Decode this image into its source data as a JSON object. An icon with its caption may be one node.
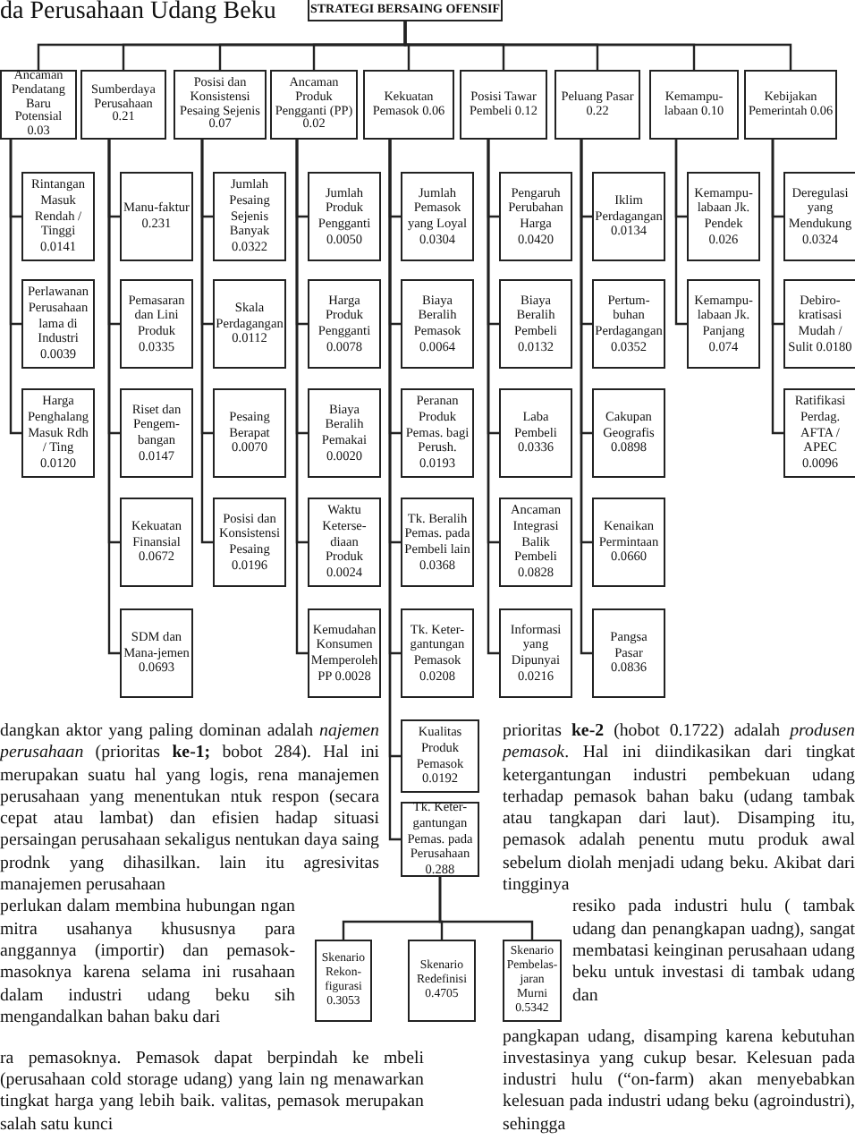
{
  "diagram": {
    "title": "da Perusahaan Udang Beku",
    "nodes": [
      {
        "text": [
          "STRATEGI BERSAING OFENSIF"
        ]
      },
      {
        "text": [
          "Ancaman Pendatang Baru Potensial 0.03"
        ]
      },
      {
        "text": [
          "Sumberdaya Perusahaan 0.21"
        ]
      },
      {
        "text": [
          "Posisi dan Konsistensi Pesaing Sejenis 0.07"
        ]
      },
      {
        "text": [
          "Ancaman Produk Pengganti (PP) 0.02"
        ]
      },
      {
        "text": [
          "Kekuatan Pemasok 0.06"
        ]
      },
      {
        "text": [
          "Posisi Tawar Pembeli 0.12"
        ]
      },
      {
        "text": [
          "Peluang Pasar 0.22"
        ]
      },
      {
        "text": [
          "Kemampu-labaan 0.10"
        ]
      },
      {
        "text": [
          "Kebijakan Pemerintah 0.06"
        ]
      },
      {
        "text": [
          "Rintangan Masuk Rendah / Tinggi 0.0141"
        ]
      },
      {
        "text": [
          "Perlawanan Perusahaan lama di Industri 0.0039"
        ]
      },
      {
        "text": [
          "Harga Penghalang Masuk Rdh / Ting 0.0120"
        ]
      },
      {
        "text": [
          "Manu-faktur 0.231"
        ]
      },
      {
        "text": [
          "Pemasaran dan Lini Produk 0.0335"
        ]
      },
      {
        "text": [
          "Riset dan Pengem-bangan 0.0147"
        ]
      },
      {
        "text": [
          "Kekuatan Finansial 0.0672"
        ]
      },
      {
        "text": [
          "SDM dan Mana-jemen 0.0693"
        ]
      },
      {
        "text": [
          "Jumlah Pesaing Sejenis Banyak 0.0322"
        ]
      },
      {
        "text": [
          "Skala Perdagangan 0.0112"
        ]
      },
      {
        "text": [
          "Pesaing Berapat 0.0070"
        ]
      },
      {
        "text": [
          "Posisi dan Konsistensi Pesaing 0.0196"
        ]
      },
      {
        "text": [
          "Jumlah Produk Pengganti 0.0050"
        ]
      },
      {
        "text": [
          "Harga Produk Pengganti 0.0078"
        ]
      },
      {
        "text": [
          "Biaya Beralih Pemakai 0.0020"
        ]
      },
      {
        "text": [
          "Waktu Keterse-diaan Produk 0.0024"
        ]
      },
      {
        "text": [
          "Kemudahan Konsumen Memperoleh PP 0.0028"
        ]
      },
      {
        "text": [
          "Jumlah Pemasok yang Loyal 0.0304"
        ]
      },
      {
        "text": [
          "Biaya Beralih Pemasok 0.0064"
        ]
      },
      {
        "text": [
          "Peranan Produk Pemas. bagi Perush. 0.0193"
        ]
      },
      {
        "text": [
          "Tk. Beralih Pemas. pada Pembeli lain 0.0368"
        ]
      },
      {
        "text": [
          "Tk. Keter-gantungan Pemasok 0.0208"
        ]
      },
      {
        "text": [
          "Pengaruh Perubahan Harga 0.0420"
        ]
      },
      {
        "text": [
          "Biaya Beralih Pembeli 0.0132"
        ]
      },
      {
        "text": [
          "Laba Pembeli 0.0336"
        ]
      },
      {
        "text": [
          "Ancaman Integrasi Balik Pembeli 0.0828"
        ]
      },
      {
        "text": [
          "Informasi yang Dipunyai 0.0216"
        ]
      },
      {
        "text": [
          "Iklim Perdagangan 0.0134"
        ]
      },
      {
        "text": [
          "Pertum-buhan Perdagangan 0.0352"
        ]
      },
      {
        "text": [
          "Cakupan Geografis 0.0898"
        ]
      },
      {
        "text": [
          "Kenaikan Permintaan 0.0660"
        ]
      },
      {
        "text": [
          "Pangsa Pasar 0.0836"
        ]
      },
      {
        "text": [
          "Kemampu-labaan Jk. Pendek 0.026"
        ]
      },
      {
        "text": [
          "Kemampu-labaan Jk. Panjang 0.074"
        ]
      },
      {
        "text": [
          "Deregulasi yang Mendukung 0.0324"
        ]
      },
      {
        "text": [
          "Debiro-kratisasi Mudah / Sulit 0.0180"
        ]
      },
      {
        "text": [
          "Ratifikasi Perdag. AFTA / APEC 0.0096"
        ]
      },
      {
        "text": [
          "Kualitas Produk Pemasok 0.0192"
        ]
      },
      {
        "text": [
          "Tk. Keter-gantungan Pemas. pada Perusahaan 0.288"
        ]
      },
      {
        "text": [
          "Skenario Rekon-figurasi 0.3053"
        ]
      },
      {
        "text": [
          "Skenario Redefinisi 0.4705"
        ]
      },
      {
        "text": [
          "Skenario Pembelas-jaran Murni 0.5342"
        ]
      }
    ],
    "edges": [
      {
        "from": 0,
        "to": 1,
        "arrow": "none"
      },
      {
        "from": 0,
        "to": 2,
        "arrow": "none"
      },
      {
        "from": 0,
        "to": 3,
        "arrow": "none"
      },
      {
        "from": 0,
        "to": 4,
        "arrow": "none"
      },
      {
        "from": 0,
        "to": 5,
        "arrow": "none"
      },
      {
        "from": 0,
        "to": 6,
        "arrow": "none"
      },
      {
        "from": 0,
        "to": 7,
        "arrow": "none"
      },
      {
        "from": 0,
        "to": 8,
        "arrow": "none"
      },
      {
        "from": 0,
        "to": 9,
        "arrow": "none"
      },
      {
        "from": 1,
        "to": 10,
        "arrow": "none"
      },
      {
        "from": 1,
        "to": 11,
        "arrow": "none"
      },
      {
        "from": 1,
        "to": 12,
        "arrow": "none"
      },
      {
        "from": 2,
        "to": 13,
        "arrow": "none"
      },
      {
        "from": 2,
        "to": 14,
        "arrow": "none"
      },
      {
        "from": 2,
        "to": 15,
        "arrow": "none"
      },
      {
        "from": 2,
        "to": 16,
        "arrow": "none"
      },
      {
        "from": 2,
        "to": 17,
        "arrow": "none"
      },
      {
        "from": 3,
        "to": 18,
        "arrow": "none"
      },
      {
        "from": 3,
        "to": 19,
        "arrow": "none"
      },
      {
        "from": 3,
        "to": 20,
        "arrow": "none"
      },
      {
        "from": 3,
        "to": 21,
        "arrow": "none"
      },
      {
        "from": 4,
        "to": 22,
        "arrow": "none"
      },
      {
        "from": 4,
        "to": 23,
        "arrow": "none"
      },
      {
        "from": 4,
        "to": 24,
        "arrow": "none"
      },
      {
        "from": 4,
        "to": 25,
        "arrow": "none"
      },
      {
        "from": 4,
        "to": 26,
        "arrow": "none"
      },
      {
        "from": 5,
        "to": 27,
        "arrow": "none"
      },
      {
        "from": 5,
        "to": 28,
        "arrow": "none"
      },
      {
        "from": 5,
        "to": 29,
        "arrow": "none"
      },
      {
        "from": 5,
        "to": 30,
        "arrow": "none"
      },
      {
        "from": 5,
        "to": 31,
        "arrow": "none"
      },
      {
        "from": 6,
        "to": 32,
        "arrow": "none"
      },
      {
        "from": 6,
        "to": 33,
        "arrow": "none"
      },
      {
        "from": 6,
        "to": 34,
        "arrow": "none"
      },
      {
        "from": 6,
        "to": 35,
        "arrow": "none"
      },
      {
        "from": 6,
        "to": 36,
        "arrow": "none"
      },
      {
        "from": 7,
        "to": 37,
        "arrow": "none"
      },
      {
        "from": 7,
        "to": 38,
        "arrow": "none"
      },
      {
        "from": 7,
        "to": 39,
        "arrow": "none"
      },
      {
        "from": 7,
        "to": 40,
        "arrow": "none"
      },
      {
        "from": 7,
        "to": 41,
        "arrow": "none"
      },
      {
        "from": 8,
        "to": 42,
        "arrow": "none"
      },
      {
        "from": 8,
        "to": 43,
        "arrow": "none"
      },
      {
        "from": 9,
        "to": 44,
        "arrow": "none"
      },
      {
        "from": 9,
        "to": 45,
        "arrow": "none"
      },
      {
        "from": 9,
        "to": 46,
        "arrow": "none"
      },
      {
        "from": 5,
        "to": 47,
        "arrow": "none"
      },
      {
        "from": 5,
        "to": 48,
        "arrow": "none"
      },
      {
        "from": 48,
        "to": 49,
        "arrow": "none"
      },
      {
        "from": 48,
        "to": 50,
        "arrow": "none"
      },
      {
        "from": 48,
        "to": 51,
        "arrow": "none"
      }
    ],
    "labels": [
      "dangkan aktor yang paling dominan adalah *najemen perusahaan* (prioritas **ke-1;** bobot 284). Hal ini merupakan suatu hal yang logis, rena manajemen perusahaan yang menentukan ntuk respon (secara cepat atau lambat) dan efisien hadap situasi persaingan perusahaan sekaligus nentukan daya saing prodnk yang dihasilkan. lain itu agresivitas manajemen perusahaan",
      "perlukan dalam membina hubungan ngan mitra usahanya khususnya para anggannya (importir) dan pemasok- masoknya karena selama ini rusahaan dalam industri udang beku sih mengandalkan bahan baku dari",
      "ra pemasoknya. Pemasok dapat berpindah ke mbeli (perusahaan cold storage udang) yang lain ng menawarkan tingkat harga yang lebih baik. valitas, pemasok merupakan salah satu kunci",
      "prioritas **ke-2** (hobot 0.1722) adalah *produsen pemasok*. Hal ini diindikasikan dari tingkat ketergantungan industri pembekuan udang terhadap pemasok bahan baku (udang tambak atau tangkapan dari laut). Disamping itu, pemasok adalah penentu mutu produk awal sebelum diolah menjadi udang beku. Akibat dari tingginya",
      "resiko pada industri hulu ( tambak udang dan penangkapan uadng), sangat membatasi keinginan perusahaan udang beku untuk investasi di tambak udang dan",
      "pangkapan udang, disamping karena kebutuhan investasinya yang cukup besar. Kelesuan pada industri hulu (“on-farm) akan menyebabkan kelesuan pada industri udang beku (agroindustri), sehingga"
    ]
  }
}
